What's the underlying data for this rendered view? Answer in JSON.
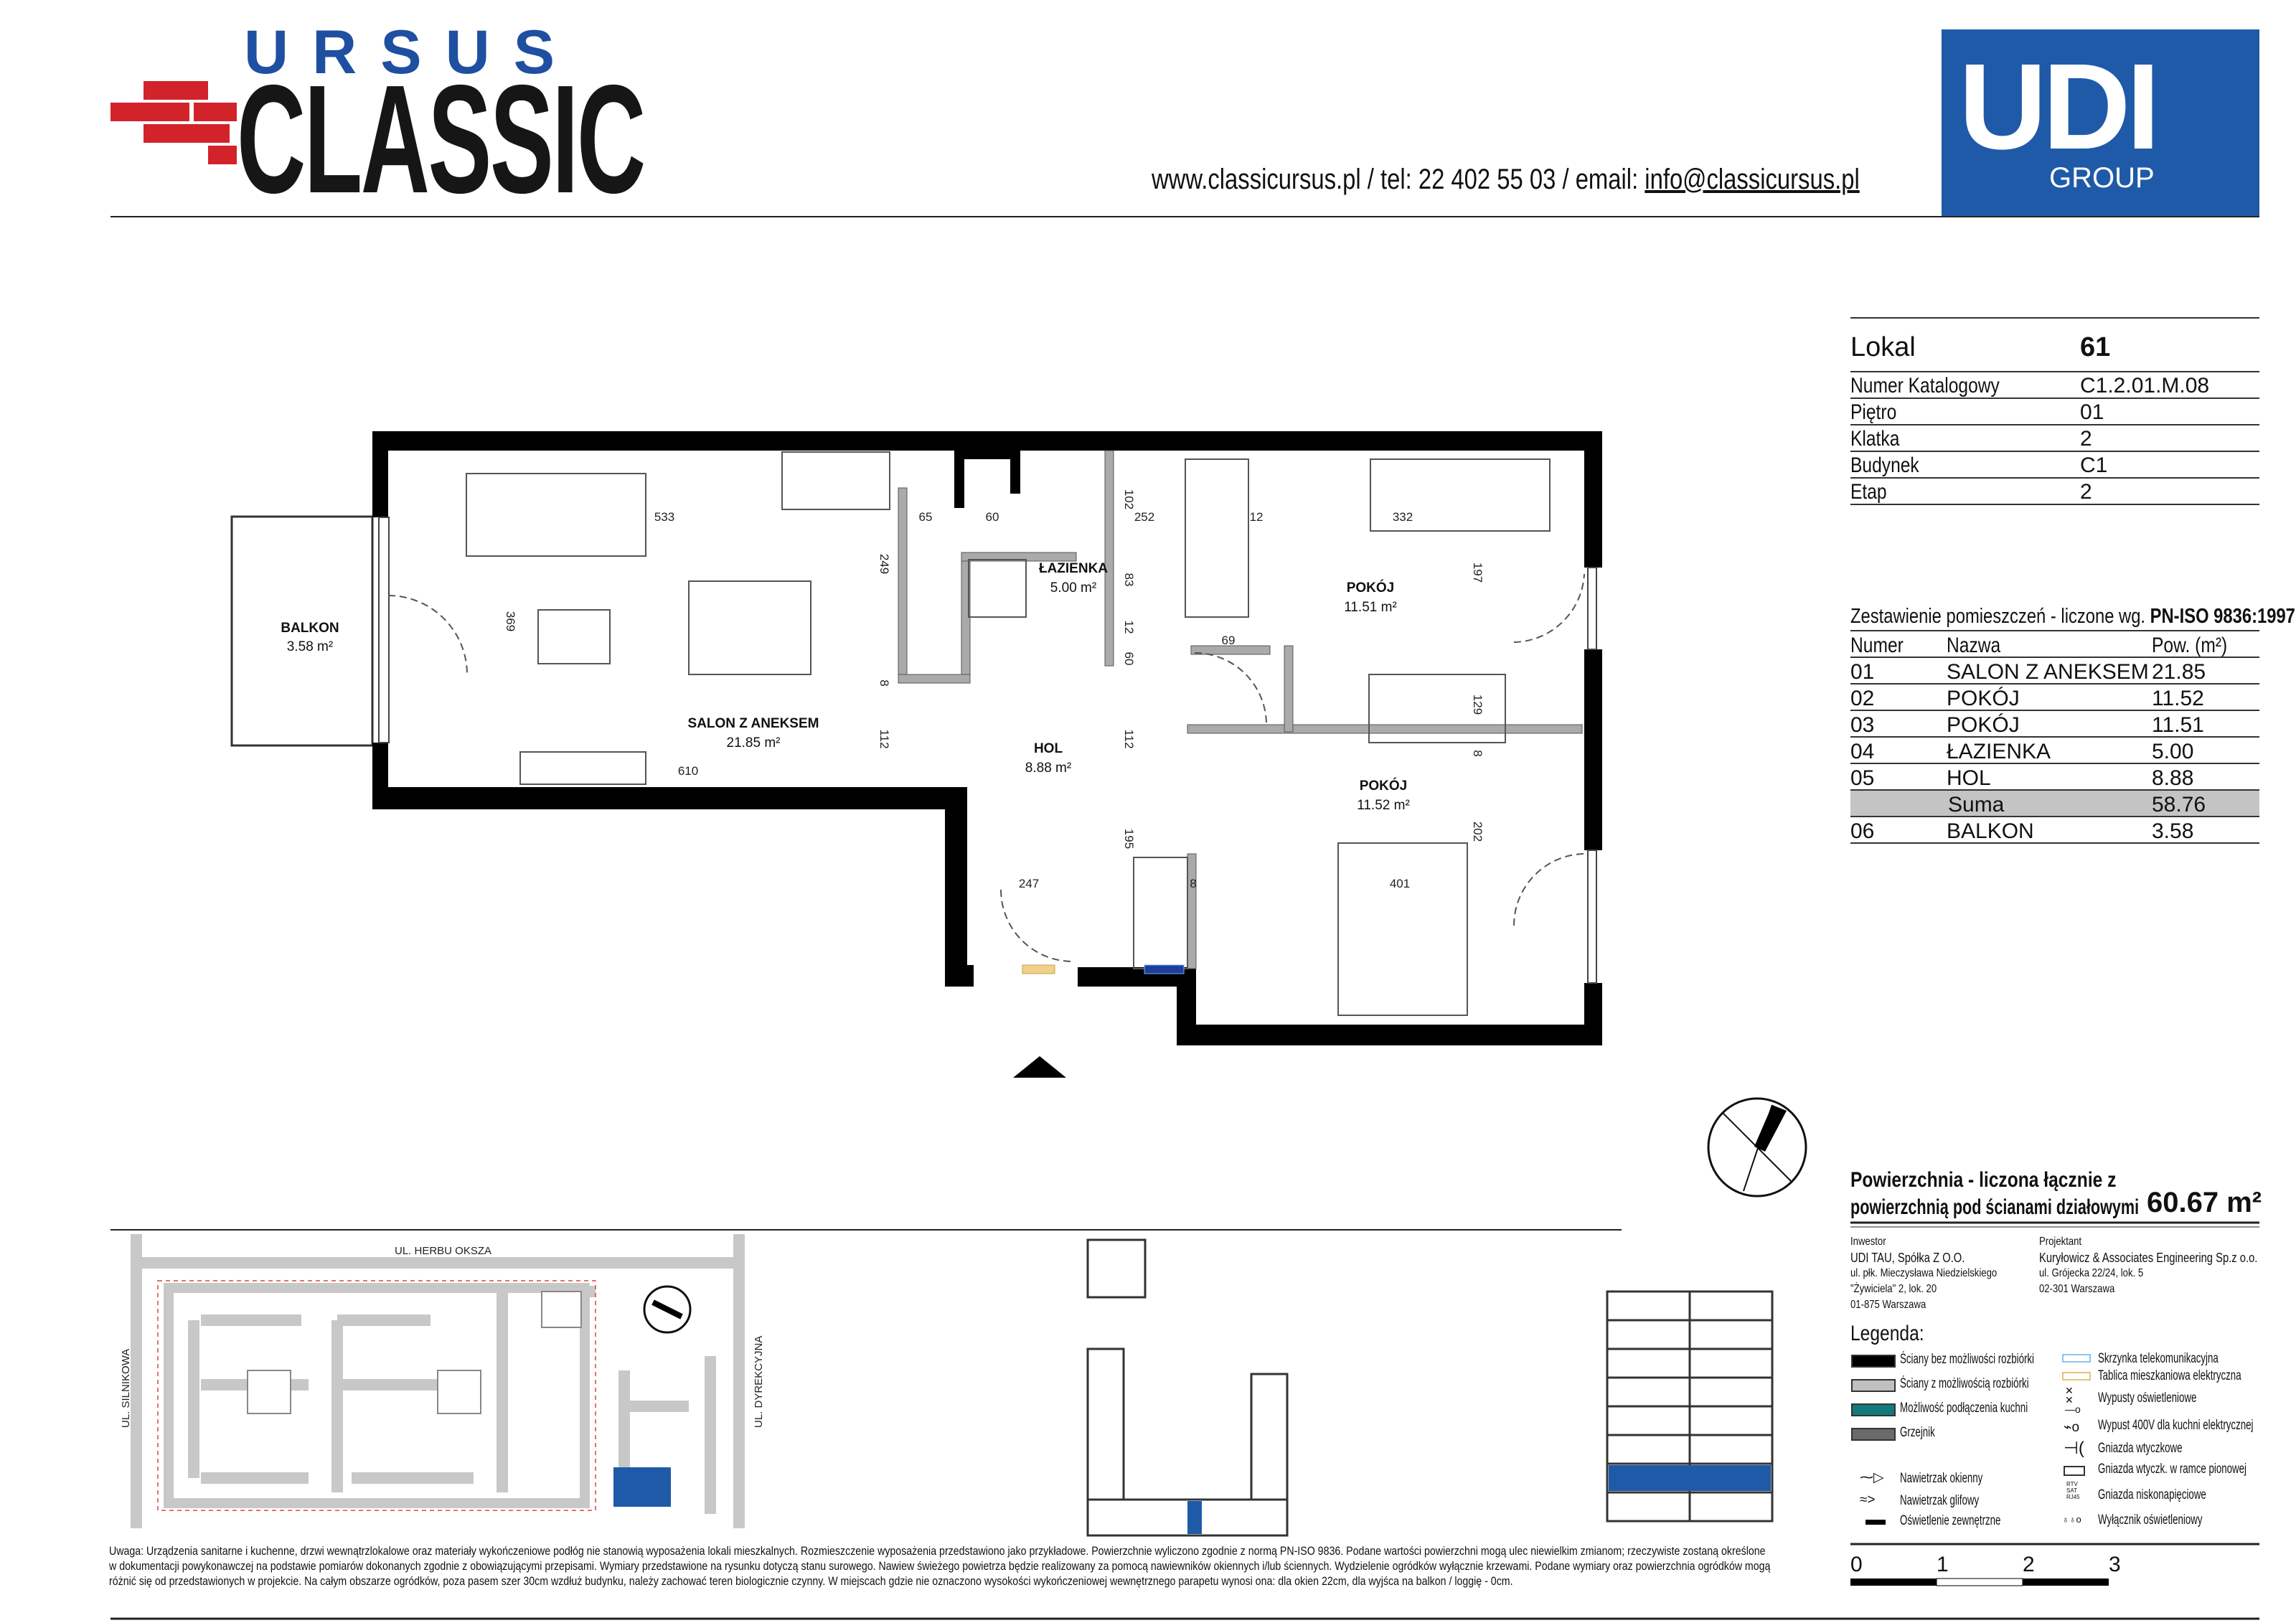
{
  "header": {
    "logo_top": "URSUS",
    "logo_main": "CLASSIC",
    "contact_prefix": "www.classicursus.pl / tel: 22 402 55 03 / email: ",
    "contact_email": "info@classicursus.pl",
    "brand_logo": "UDI",
    "brand_sub": "GROUP",
    "brand_color": "#1f5aa8"
  },
  "unit": {
    "lokal_label": "Lokal",
    "lokal_value": "61",
    "rows": [
      {
        "label": "Numer Katalogowy",
        "value": "C1.2.01.M.08"
      },
      {
        "label": "Piętro",
        "value": "01"
      },
      {
        "label": "Klatka",
        "value": "2"
      },
      {
        "label": "Budynek",
        "value": "C1"
      },
      {
        "label": "Etap",
        "value": "2"
      }
    ]
  },
  "rooms_table": {
    "title_prefix": "Zestawienie pomieszczeń - liczone wg. ",
    "title_norm": "PN-ISO 9836:1997",
    "headers": [
      "Numer",
      "Nazwa",
      "Pow. (m²)"
    ],
    "rows": [
      {
        "num": "01",
        "name": "SALON Z ANEKSEM",
        "area": "21.85"
      },
      {
        "num": "02",
        "name": "POKÓJ",
        "area": "11.52"
      },
      {
        "num": "03",
        "name": "POKÓJ",
        "area": "11.51"
      },
      {
        "num": "04",
        "name": "ŁAZIENKA",
        "area": "5.00"
      },
      {
        "num": "05",
        "name": "HOL",
        "area": "8.88"
      }
    ],
    "sum_label": "Suma",
    "sum_value": "58.76",
    "extra": {
      "num": "06",
      "name": "BALKON",
      "area": "3.58"
    }
  },
  "plan": {
    "rooms": [
      {
        "name": "BALKON",
        "area": "3.58 m²"
      },
      {
        "name": "SALON Z ANEKSEM",
        "area": "21.85 m²"
      },
      {
        "name": "ŁAZIENKA",
        "area": "5.00 m²"
      },
      {
        "name": "POKÓJ",
        "area": "11.51 m²"
      },
      {
        "name": "HOL",
        "area": "8.88 m²"
      },
      {
        "name": "POKÓJ",
        "area": "11.52 m²"
      }
    ],
    "dims": [
      "533",
      "369",
      "610",
      "249",
      "112",
      "65",
      "60",
      "102",
      "252",
      "83",
      "12",
      "60",
      "112",
      "195",
      "247",
      "8",
      "401",
      "202",
      "129",
      "8",
      "197",
      "332",
      "69",
      "12",
      "8"
    ]
  },
  "total": {
    "line1": "Powierzchnia - liczona łącznie z",
    "line2": "powierzchnią pod ścianami działowymi",
    "value": "60.67 m²"
  },
  "investor": {
    "label": "Inwestor",
    "lines": [
      "UDI TAU, Spółka Z O.O.",
      "ul. płk. Mieczysława Niedzielskiego",
      "\"Żywiciela\" 2, lok. 20",
      "01-875 Warszawa"
    ]
  },
  "designer": {
    "label": "Projektant",
    "lines": [
      "Kuryłowicz & Associates Engineering  Sp.z o.o.",
      "ul. Grójecka 22/24, lok. 5",
      "02-301 Warszawa"
    ]
  },
  "legend": {
    "title": "Legenda:",
    "left": [
      "Ściany bez możliwości rozbiórki",
      "Ściany z możliwością rozbiórki",
      "Możliwość podłączenia kuchni",
      "Grzejnik",
      "Nawietrzak okienny",
      "Nawietrzak glifowy",
      "Oświetlenie zewnętrzne"
    ],
    "right": [
      "Skrzynka telekomunikacyjna",
      "Tablica mieszkaniowa elektryczna",
      "Wypusty oświetleniowe",
      "Wypust 400V dla kuchni elektrycznej",
      "Gniazda wtyczkowe",
      "Gniazda wtyczk. w ramce pionowej",
      "Gniazda niskonapięciowe",
      "Wyłącznik oświetleniowy"
    ],
    "lv_labels": [
      "RTV",
      "SAT",
      "RJ45"
    ],
    "colors": {
      "wall_fixed": "#000000",
      "wall_removable": "#c0c0c0",
      "kitchen": "#127a78",
      "radiator": "#6a6a6a"
    }
  },
  "scale": [
    "0",
    "1",
    "2",
    "3"
  ],
  "site_map": {
    "streets": [
      "UL. HERBU OKSZA",
      "UL. SILNIKOWA",
      "UL. DYREKCYJNA"
    ]
  },
  "notes": [
    "Uwaga: Urządzenia sanitarne i kuchenne, drzwi wewnątrzlokalowe oraz materiały wykończeniowe podłóg nie stanowią wyposażenia lokali mieszkalnych. Rozmieszczenie wyposażenia przedstawiono jako przykładowe. Powierzchnie wyliczono zgodnie z normą PN-ISO 9836. Podane wartości powierzchni mogą ulec niewielkim zmianom; rzeczywiste zostaną określone",
    "w dokumentacji powykonawczej na podstawie pomiarów dokonanych zgodnie z obowiązującymi przepisami. Wymiary przedstawione na rysunku dotyczą stanu surowego. Nawiew świeżego powietrza będzie realizowany za pomocą nawiewników okiennych i/lub ściennych. Wydzielenie ogródków wyłącznie krzewami. Podane wymiary oraz powierzchnia ogródków mogą",
    "różnić się od przedstawionych w projekcie. Na całym obszarze ogródków, poza pasem szer 30cm wzdłuż budynku, należy zachować teren biologicznie czynny. W miejscach gdzie nie oznaczono wysokości wykończeniowej wewnętrznego parapetu wynosi ona: dla okien 22cm, dla  wyjśca na balkon / loggię - 0cm."
  ]
}
